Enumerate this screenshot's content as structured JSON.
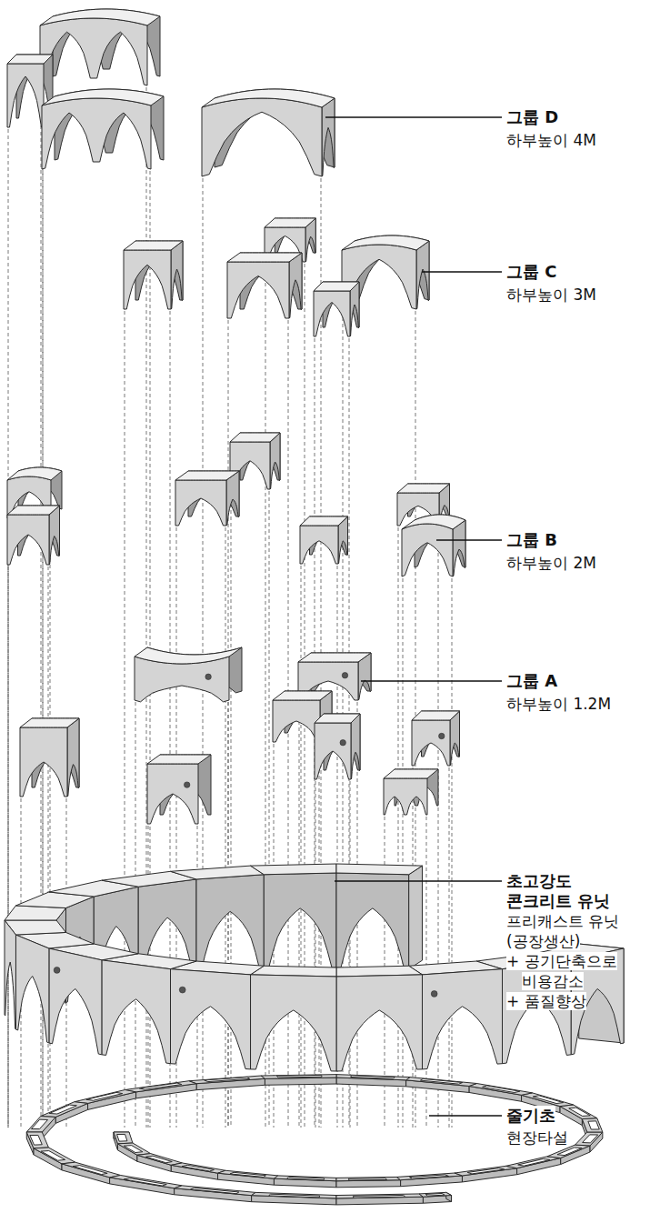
{
  "diagram": {
    "labels": [
      "그룹 D",
      "하부높이 4M",
      "그룹 C",
      "하부높이 3M",
      "그룹 B",
      "하부높이 2M",
      "그룹 A",
      "하부높이 1.2M",
      "초고강도 콘크리트 유닛",
      "프리캐스트 유닛 (공장생산)",
      "+ 공기단축으로 비용감소",
      "+ 품질향상",
      "줄기초",
      "현장타설"
    ]
  }
}
